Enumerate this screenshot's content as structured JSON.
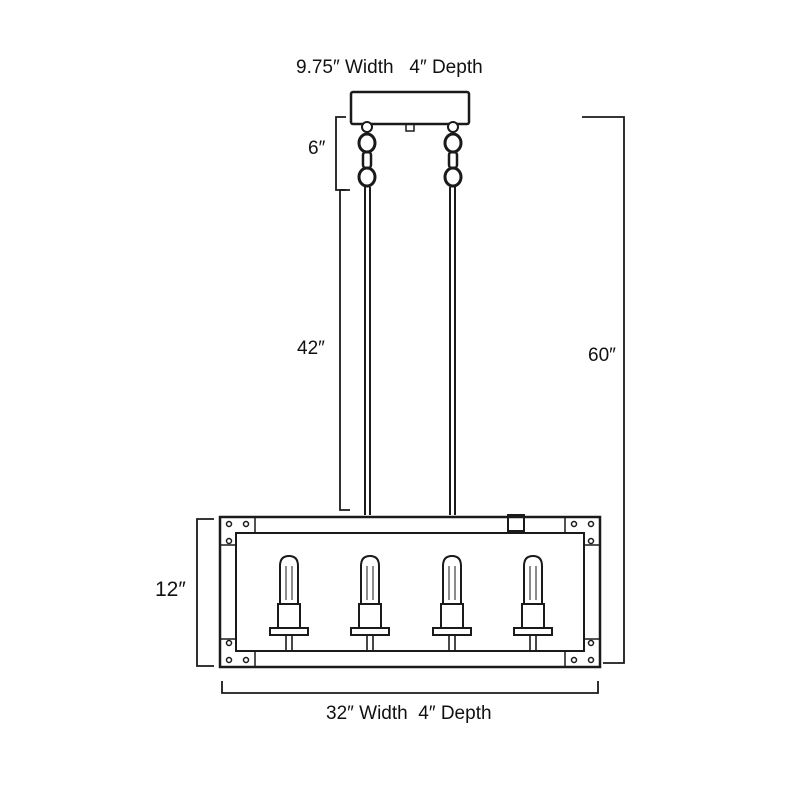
{
  "labels": {
    "canopy_dimensions": "9.75″ Width   4″ Depth",
    "chain_length": "6″",
    "rod_length": "42″",
    "overall_height": "60″",
    "shade_height": "12″",
    "fixture_dimensions": "32″ Width  4″ Depth"
  },
  "fixture": {
    "bulb_count": 4,
    "rod_count": 2
  },
  "colors": {
    "line": "#1a1a1a",
    "background": "#ffffff"
  }
}
